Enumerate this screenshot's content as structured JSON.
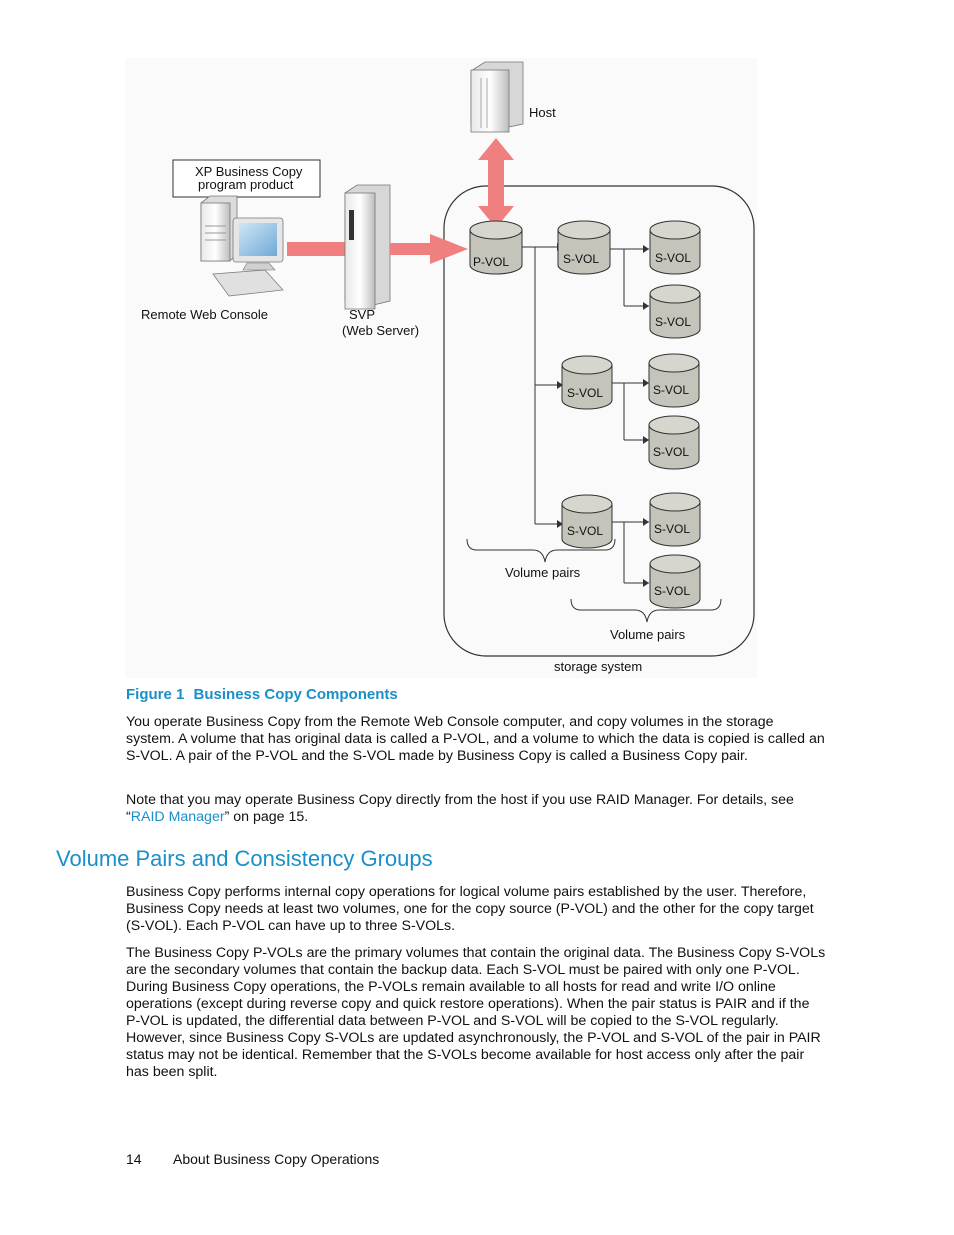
{
  "figure": {
    "labels": {
      "host": "Host",
      "xp_box_line1": "XP Business Copy",
      "xp_box_line2": "program product",
      "remote_web_console": "Remote Web Console",
      "svp_line1": "SVP",
      "svp_line2": "(Web Server)",
      "storage_system": "storage system",
      "volume_pairs_left": "Volume pairs",
      "volume_pairs_right": "Volume pairs"
    },
    "volumes": {
      "pvol": "P-VOL",
      "s1": "S-VOL",
      "s1a": "S-VOL",
      "s1b": "S-VOL",
      "s2": "S-VOL",
      "s2a": "S-VOL",
      "s2b": "S-VOL",
      "s3": "S-VOL",
      "s3a": "S-VOL",
      "s3b": "S-VOL"
    },
    "colors": {
      "arrow": "#f08080",
      "volume_fill": "#c4c4bb",
      "accent": "#1a8fc9"
    }
  },
  "caption": {
    "number": "Figure 1",
    "title": "Business Copy Components"
  },
  "para1": "You operate Business Copy from the Remote Web Console computer, and copy volumes in the storage system.  A volume that has original data is called a P-VOL, and a volume to which the data is copied is called an S-VOL. A pair of the P-VOL and the S-VOL made by Business Copy is called a Business Copy pair.",
  "para2": {
    "before": "Note that you may operate Business Copy directly from the host if you use RAID Manager.  For details, see “",
    "link": "RAID Manager",
    "after": "” on page 15."
  },
  "section_heading": "Volume Pairs and Consistency Groups",
  "para3": "Business Copy performs internal copy operations for logical volume pairs established by the user. Therefore, Business Copy needs at least two volumes, one for the copy source (P-VOL) and the other for the copy target (S-VOL). Each P-VOL can have up to three S-VOLs.",
  "para4": "The Business Copy P-VOLs are the primary volumes that contain the original data.  The Business Copy S-VOLs are the secondary volumes that contain the backup data.  Each S-VOL must be paired with only one P-VOL. During Business Copy operations, the P-VOLs remain available to all hosts for read and write I/O online operations (except during reverse copy and quick restore operations).  When the pair status is PAIR and if the P-VOL is updated, the differential data between P-VOL and S-VOL will be copied to the S-VOL regularly.  However, since Business Copy S-VOLs are updated asynchronously, the P-VOL and S-VOL of the pair in PAIR status may not be identical.  Remember that the S-VOLs become available for host access only after the pair has been split.",
  "footer": {
    "page_number": "14",
    "title": "About Business Copy Operations"
  }
}
